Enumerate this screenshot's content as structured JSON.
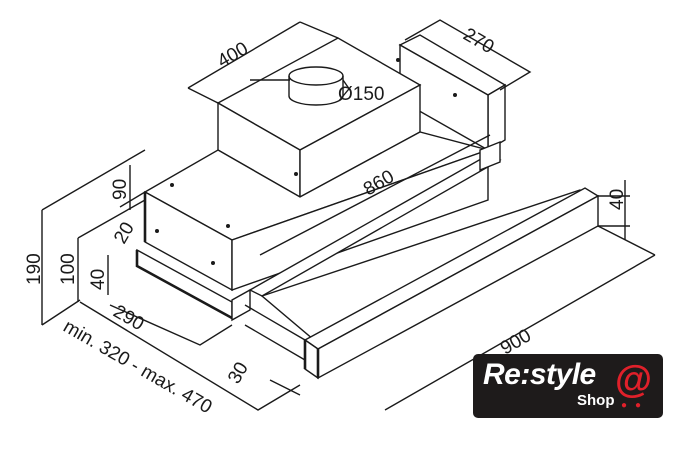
{
  "dimensions": {
    "width_top": "400",
    "depth_rear": "270",
    "duct_diameter": "Ø150",
    "length": "860",
    "top_height": "90",
    "visor_height": "40",
    "total_height": "190",
    "body_height": "100",
    "rail_height": "40",
    "offset": "20",
    "body_depth": "290",
    "extension": "min. 320 - max. 470",
    "visor_depth": "30",
    "total_width": "900"
  },
  "logo": {
    "brand": "Re:style",
    "sub": "Shop",
    "symbol": "@"
  },
  "colors": {
    "line": "#1a1a1a",
    "logo_bg": "#1e1b1b",
    "logo_accent": "#e0202a"
  }
}
